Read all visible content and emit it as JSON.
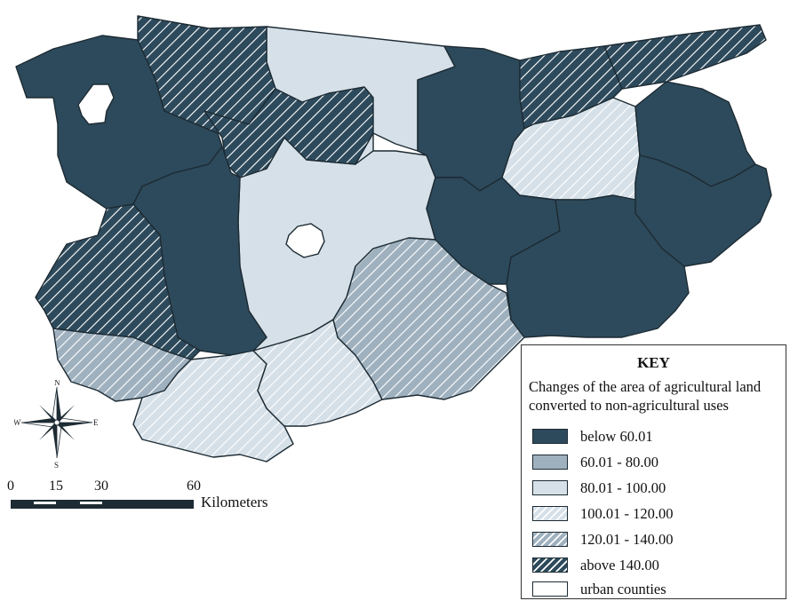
{
  "legend": {
    "title": "KEY",
    "description": "Changes of the area of agricultural land converted to non-agricultural uses",
    "classes": [
      {
        "label": "below 60.01",
        "fill": "#2d4a5c",
        "hatch": false
      },
      {
        "label": "60.01 - 80.00",
        "fill": "#9fb1bf",
        "hatch": false
      },
      {
        "label": "80.01 - 100.00",
        "fill": "#d6e0e8",
        "hatch": false
      },
      {
        "label": "100.01 - 120.00",
        "fill": "#d6e0e8",
        "hatch": true
      },
      {
        "label": "120.01 - 140.00",
        "fill": "#9fb1bf",
        "hatch": true
      },
      {
        "label": "above 140.00",
        "fill": "#2d4a5c",
        "hatch": true
      },
      {
        "label": "urban counties",
        "fill": "#ffffff",
        "hatch": false
      }
    ]
  },
  "scale_bar": {
    "ticks": [
      "0",
      "15",
      "30",
      "60"
    ],
    "unit": "Kilometers"
  },
  "compass": {
    "n": "N",
    "s": "S",
    "e": "E",
    "w": "W"
  }
}
